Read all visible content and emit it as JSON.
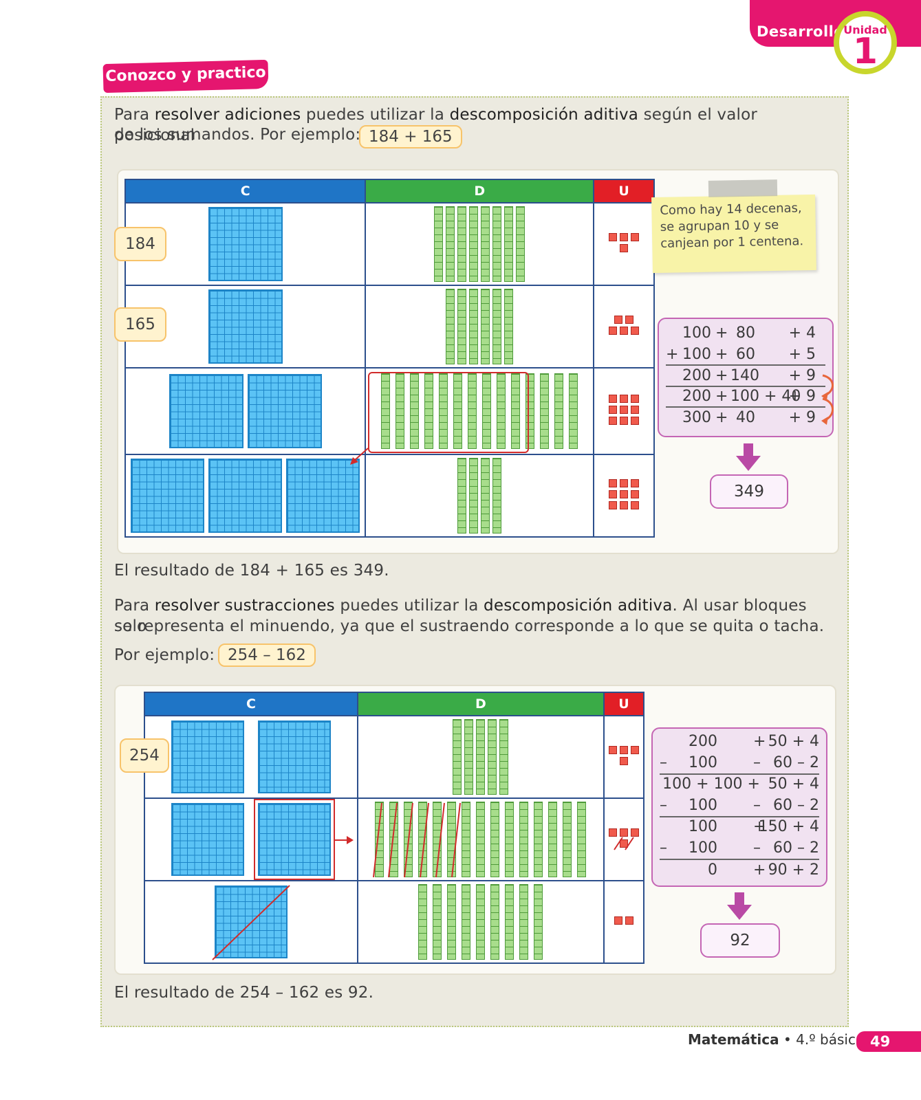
{
  "header": {
    "section": "Desarrollo",
    "unit_label": "Unidad",
    "unit_number": "1"
  },
  "tag": "Conozco y practico",
  "intro_add": {
    "p1": "Para ",
    "b1": "resolver adiciones",
    "p2": " puedes utilizar la ",
    "b2": "descomposición aditiva",
    "p3": " según el valor posicional",
    "line2": "de los sumandos. Por ejemplo:",
    "example": "184 + 165"
  },
  "table_headers": {
    "c": "C",
    "d": "D",
    "u": "U"
  },
  "addition": {
    "label_1": "184",
    "label_2": "165",
    "note": "Como hay 14 decenas, se agrupan 10 y se canjean por 1 centena.",
    "ops": [
      [
        "",
        "100",
        "+",
        "80",
        "",
        "+ 4"
      ],
      [
        "+",
        "100",
        "+",
        "60",
        "",
        "+ 5"
      ],
      [
        "",
        "200",
        "+",
        "140",
        "",
        "+ 9"
      ],
      [
        "",
        "200",
        "+",
        "100 + 40",
        "",
        "+ 9"
      ],
      [
        "",
        "300",
        "+",
        "40",
        "",
        "+ 9"
      ]
    ],
    "result": "349",
    "conclusion": "El resultado de 184 + 165 es 349."
  },
  "intro_sub": {
    "p1": "Para ",
    "b1": "resolver sustracciones",
    "p2": " puedes utilizar la ",
    "b2": "descomposición aditiva",
    "p3": ". Al usar bloques solo",
    "line2": "se representa el minuendo, ya que el sustraendo corresponde a lo que se quita o tacha.",
    "line3": "Por ejemplo:",
    "example": "254 – 162"
  },
  "subtraction": {
    "label_1": "254",
    "ops": [
      [
        "",
        "200",
        "+",
        "50 + 4"
      ],
      [
        "–",
        "100",
        "–",
        "60 – 2"
      ],
      [
        "",
        "100 + 100 +",
        "",
        "50 + 4"
      ],
      [
        "–",
        "100",
        "–",
        "60 – 2"
      ],
      [
        "",
        "100",
        "+",
        "150 + 4"
      ],
      [
        "–",
        "100",
        "–",
        "60 – 2"
      ],
      [
        "",
        "0",
        "+",
        "90 + 2"
      ]
    ],
    "result": "92",
    "conclusion": "El resultado de 254 – 162 es 92."
  },
  "footer": {
    "subject": "Matemática",
    "sep": " • ",
    "grade": "4.º básico",
    "page": "49"
  },
  "colors": {
    "magenta": "#e5166f",
    "lime": "#c8d62c",
    "hundreds": "#1f75c6",
    "tens": "#3aab47",
    "units": "#e21f26"
  }
}
